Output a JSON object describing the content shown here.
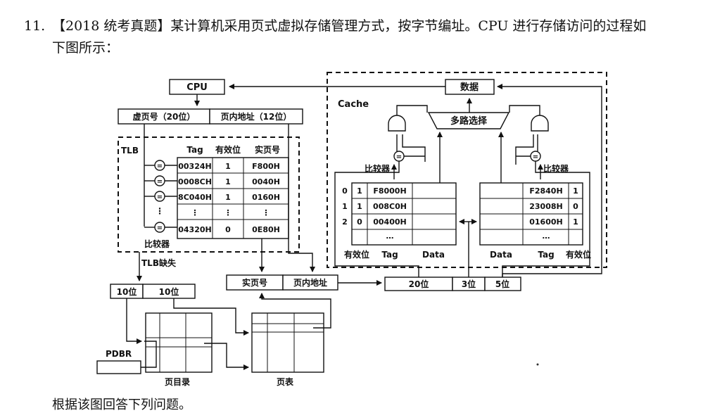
{
  "question": {
    "number": "11.",
    "text_line1": "【2018 统考真题】某计算机采用页式虚拟存储管理方式，按字节编址。CPU 进行存储访问的过程如",
    "text_line2": "下图所示：",
    "footer": "根据该图回答下列问题。"
  },
  "diagram": {
    "cpu": "CPU",
    "data_box": "数据",
    "cache_label": "Cache",
    "mux": "多路选择",
    "va_page": "虚页号（20位）",
    "va_offset": "页内地址（12位）",
    "tlb_label": "TLB",
    "tlb_headers": [
      "Tag",
      "有效位",
      "实页号"
    ],
    "tlb_rows": [
      [
        "00324H",
        "1",
        "F800H"
      ],
      [
        "0008CH",
        "1",
        "0040H"
      ],
      [
        "8C040H",
        "1",
        "0160H"
      ],
      [
        "⋮",
        "⋮",
        "⋮"
      ],
      [
        "04320H",
        "0",
        "0E80H"
      ]
    ],
    "comparator_label": "比较器",
    "tlb_miss": "TLB缺失",
    "bits10_a": "10位",
    "bits10_b": "10位",
    "pa_page": "实页号",
    "pa_offset": "页内地址",
    "bits20": "20位",
    "bits3": "3位",
    "bits5": "5位",
    "pdbr": "PDBR",
    "page_dir": "页目录",
    "page_table": "页表",
    "cache_left_rows": [
      {
        "idx": "0",
        "v": "1",
        "tag": "F8000H"
      },
      {
        "idx": "1",
        "v": "1",
        "tag": "008C0H"
      },
      {
        "idx": "2",
        "v": "0",
        "tag": "00400H"
      },
      {
        "idx": "",
        "v": "",
        "tag": "…"
      }
    ],
    "cache_right_rows": [
      {
        "tag": "F2840H",
        "v": "1"
      },
      {
        "tag": "23008H",
        "v": "0"
      },
      {
        "tag": "01600H",
        "v": "1"
      },
      {
        "tag": "…",
        "v": ""
      }
    ],
    "left_footer": [
      "有效位",
      "Tag",
      "Data"
    ],
    "right_footer": [
      "Data",
      "Tag",
      "有效位"
    ],
    "cmp_left": "比较器",
    "cmp_right": "比较器",
    "equal_sign": "="
  }
}
